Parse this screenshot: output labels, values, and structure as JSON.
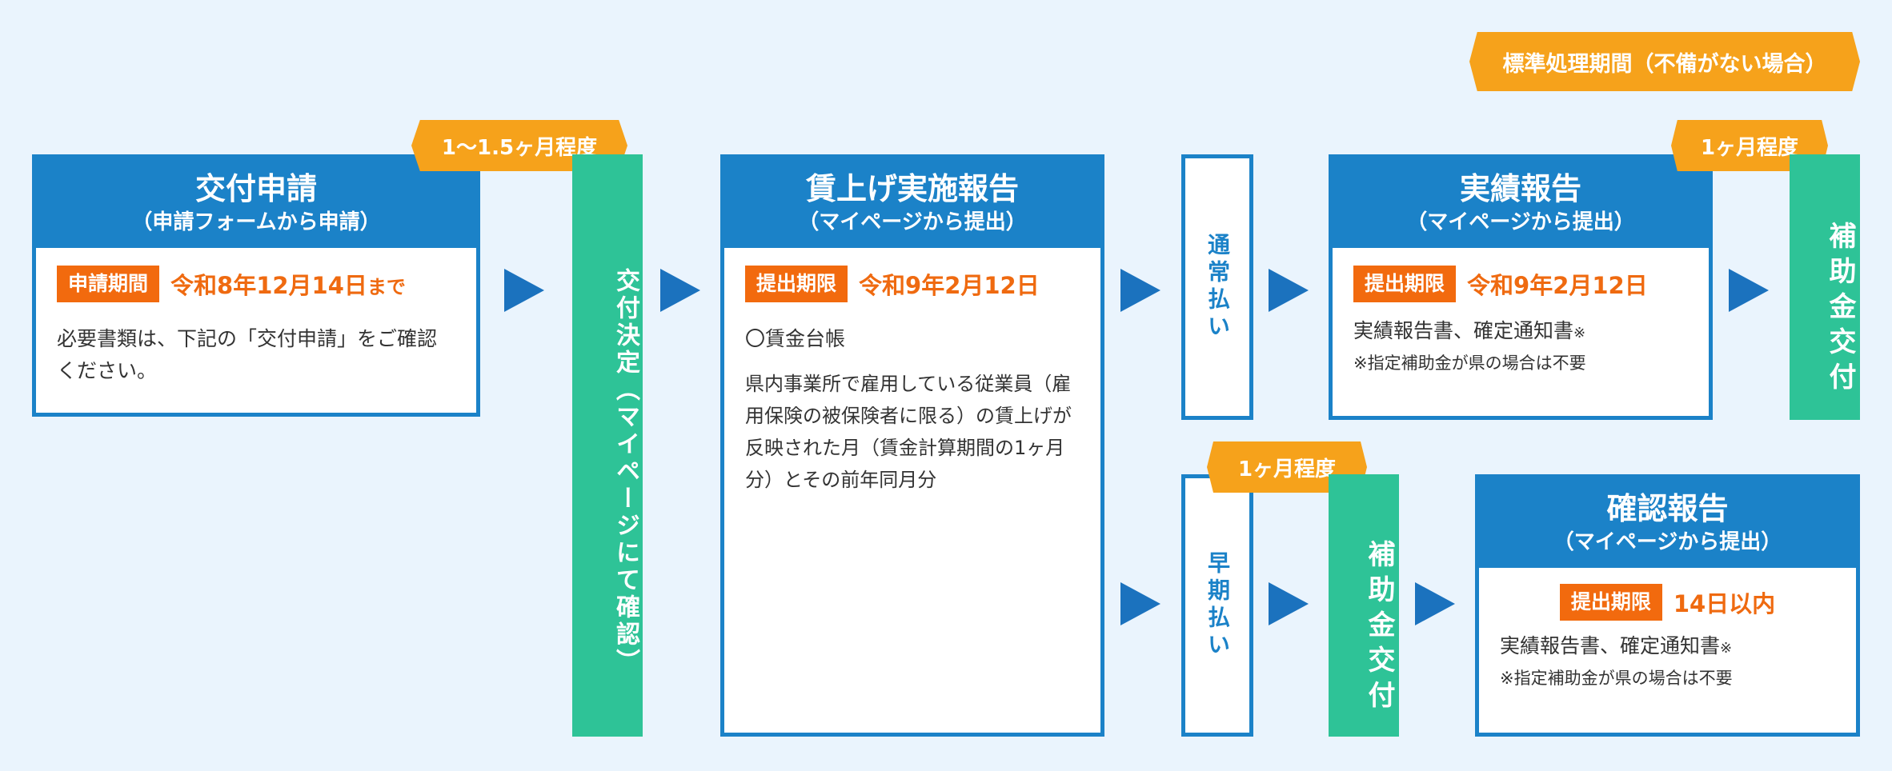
{
  "badges": {
    "standard_period": "標準処理期間（不備がない場合）",
    "period_1": "1～1.5ヶ月程度",
    "period_2": "1ヶ月程度",
    "period_3": "1ヶ月程度"
  },
  "application": {
    "title": "交付申請",
    "subtitle": "（申請フォームから申請）",
    "tag": "申請期間",
    "deadline": "令和8年12月14日",
    "deadline_suffix": "まで",
    "text": "必要書類は、下記の「交付申請」をご確認ください。"
  },
  "decision": {
    "label": "交付決定（マイページにて確認）"
  },
  "wage_report": {
    "title": "賃上げ実施報告",
    "subtitle": "（マイページから提出）",
    "tag": "提出期限",
    "deadline": "令和9年2月12日",
    "item": "〇賃金台帳",
    "text": "県内事業所で雇用している従業員（雇用保険の被保険者に限る）の賃上げが反映された月（賃金計算期間の1ヶ月分）とその前年同月分"
  },
  "payment": {
    "normal": "通常払い",
    "early": "早期払い"
  },
  "results_report": {
    "title": "実績報告",
    "subtitle": "（マイページから提出）",
    "tag": "提出期限",
    "deadline": "令和9年2月12日",
    "text": "実績報告書、確定通知書",
    "mark": "※",
    "note": "※指定補助金が県の場合は不要"
  },
  "confirm_report": {
    "title": "確認報告",
    "subtitle": "（マイページから提出）",
    "tag": "提出期限",
    "deadline": "14日以内",
    "text": "実績報告書、確定通知書",
    "mark": "※",
    "note": "※指定補助金が県の場合は不要"
  },
  "grant": {
    "label_normal": "補助金交付",
    "label_early": "補助金交付"
  }
}
